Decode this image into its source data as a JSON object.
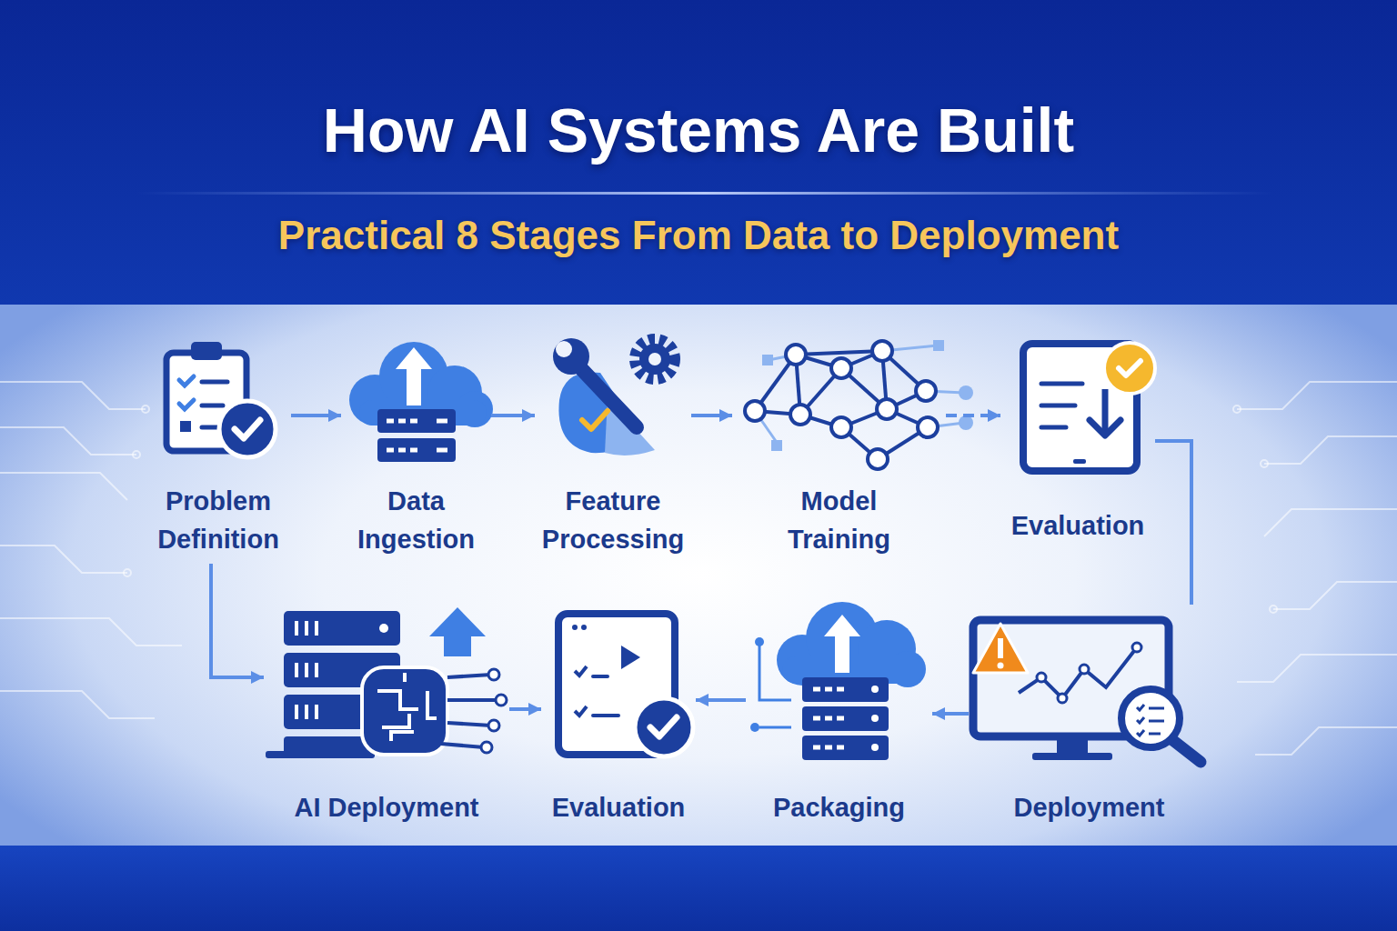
{
  "diagram": {
    "title": "How AI Systems Are Built",
    "caption": "Practical 8 Stages From Data to Deployment",
    "nodes": [
      {
        "text": [
          "Problem Definition"
        ]
      },
      {
        "text": [
          "Data Ingestion"
        ]
      },
      {
        "text": [
          "Feature Processing"
        ]
      },
      {
        "text": [
          "Model Training"
        ]
      },
      {
        "text": [
          "Evaluation"
        ]
      },
      {
        "text": [
          "AI Deployment"
        ]
      },
      {
        "text": [
          "Evaluation"
        ]
      },
      {
        "text": [
          "Packaging"
        ]
      },
      {
        "text": [
          "Deployment"
        ]
      }
    ],
    "edges": [
      {
        "from": 0,
        "to": 1,
        "arrow": "to"
      },
      {
        "from": 1,
        "to": 2,
        "arrow": "to"
      },
      {
        "from": 2,
        "to": 3,
        "arrow": "to"
      },
      {
        "from": 3,
        "to": 4,
        "arrow": "to"
      },
      {
        "from": 4,
        "to": 8,
        "arrow": "none"
      },
      {
        "from": 8,
        "to": 7,
        "arrow": "to"
      },
      {
        "from": 7,
        "to": 6,
        "arrow": "to"
      },
      {
        "from": 5,
        "to": 6,
        "arrow": "to"
      },
      {
        "from": 0,
        "to": 5,
        "arrow": "to"
      }
    ]
  }
}
